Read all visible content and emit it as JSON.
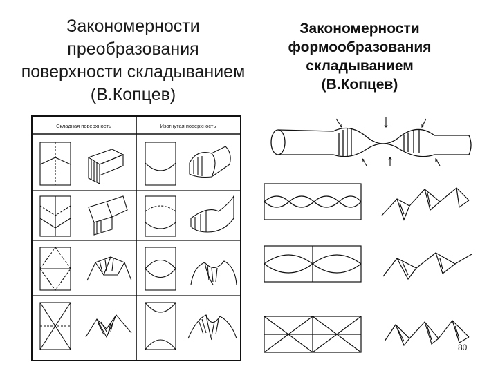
{
  "slide": {
    "left_title": [
      "Закономерности",
      "преобразования",
      "поверхности складыванием",
      "(В.Копцев)"
    ],
    "right_title": [
      "Закономерности",
      "формообразования",
      "складыванием",
      "(В.Копцев)"
    ],
    "table": {
      "col1_header": "Складная поверхность",
      "col2_header": "Изогнутая поверхность"
    },
    "page_number": "80"
  }
}
